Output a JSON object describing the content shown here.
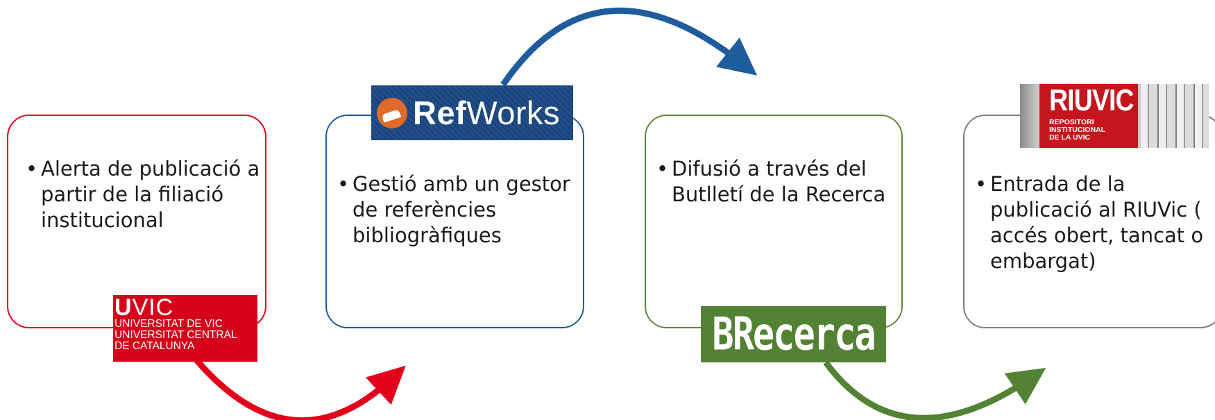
{
  "colors": {
    "uvic_red": "#e3001b",
    "refworks_blue": "#1f5c9e",
    "brecerca_green": "#548235",
    "riuvic_gray": "#7f7f7f"
  },
  "steps": [
    {
      "text": "Alerta de publicació a partir de la filiació institucional"
    },
    {
      "text": "Gestió amb un gestor de referències bibliogràfiques"
    },
    {
      "text": "Difusió a través del Butlletí de la Recerca"
    },
    {
      "text": "Entrada de la publicació al RIUVic ( accés obert, tancat o embargat)"
    }
  ],
  "logos": {
    "uvic": {
      "line1_bold": "U",
      "line1_rest": "VIC",
      "line2": "UNIVERSITAT DE VIC",
      "line3": "UNIVERSITAT CENTRAL",
      "line4": "DE CATALUNYA"
    },
    "refworks": {
      "part1": "Ref",
      "part2": "Works"
    },
    "brecerca": {
      "text": "BRecerca"
    },
    "riuvic": {
      "title": "RIUVIC",
      "line1": "REPOSITORI",
      "line2": "INSTITUCIONAL",
      "line3": "DE LA UVIC"
    }
  }
}
